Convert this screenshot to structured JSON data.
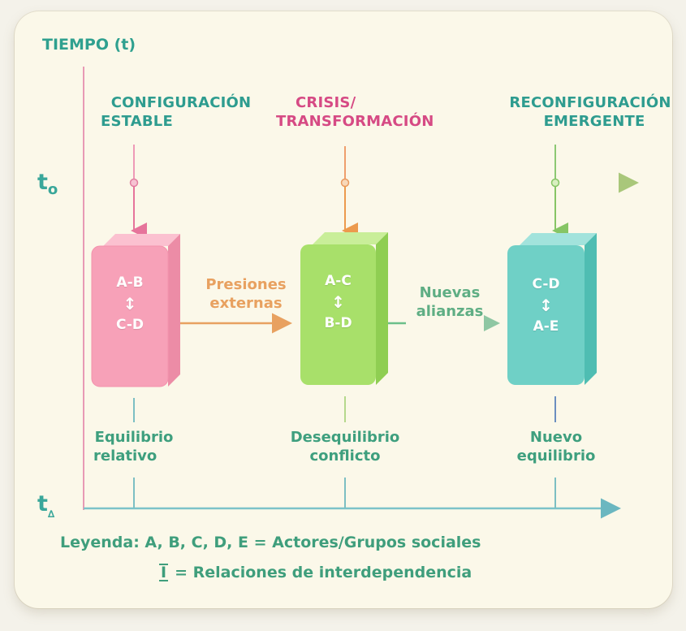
{
  "axis": {
    "title": "TIEMPO (t)",
    "t_start": "t",
    "t_start_sub": "o",
    "t_end": "t",
    "t_end_sub": "∆"
  },
  "phases": [
    {
      "line1": "CONFIGURACIÓN",
      "line2": "ESTABLE",
      "color": "#2e9c8f"
    },
    {
      "line1": "CRISIS/",
      "line2": "TRANSFORMACIÓN",
      "color": "#d64a84"
    },
    {
      "line1": "RECONFIGURACIÓN",
      "line2": "EMERGENTE",
      "color": "#2e9c8f"
    }
  ],
  "blocks": [
    {
      "top": "A-B",
      "symbol": "↕",
      "bottom": "C-D",
      "color": "#f7a1b8"
    },
    {
      "top": "A-C",
      "symbol": "↕",
      "bottom": "B-D",
      "color": "#a8e06a"
    },
    {
      "top": "C-D",
      "symbol": "↕",
      "bottom": "A-E",
      "color": "#6fd0c6"
    }
  ],
  "transitions": [
    {
      "line1": "Presiones",
      "line2": "externas",
      "color": "#e8a160"
    },
    {
      "line1": "Nuevas",
      "line2": "alianzas",
      "color": "#5fae84"
    }
  ],
  "states": [
    {
      "line1": "Equilibrio",
      "line2": "relativo"
    },
    {
      "line1": "Desequilibrio",
      "line2": "conflicto"
    },
    {
      "line1": "Nuevo",
      "line2": "equilibrio"
    }
  ],
  "legend": {
    "line1": "Leyenda: A, B, C, D, E = Actores/Grupos sociales",
    "symbol": "I",
    "line2": "= Relaciones de interdependencia"
  }
}
